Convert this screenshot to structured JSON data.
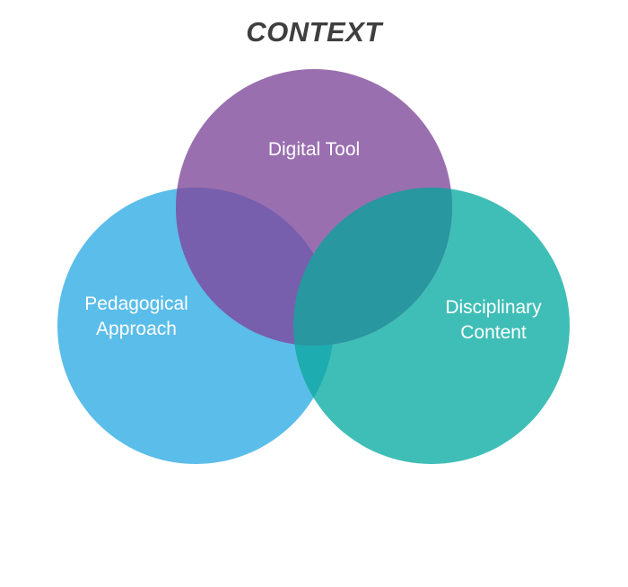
{
  "title": "CONTEXT",
  "circles": {
    "pedagogical": {
      "lines": [
        "Pedagogical",
        "Approach"
      ],
      "color": "#5bbde9"
    },
    "disciplinary": {
      "lines": [
        "Disciplinary",
        "Content"
      ],
      "color": "#3fbeb7"
    },
    "digital": {
      "lines": [
        "Digital Tool"
      ],
      "color": "#9a6fb0"
    }
  },
  "overlap_colors": {
    "digital_pedagogical": "#775fad",
    "digital_disciplinary": "#28979f",
    "pedagogical_disciplinary": "#1dadb0"
  }
}
